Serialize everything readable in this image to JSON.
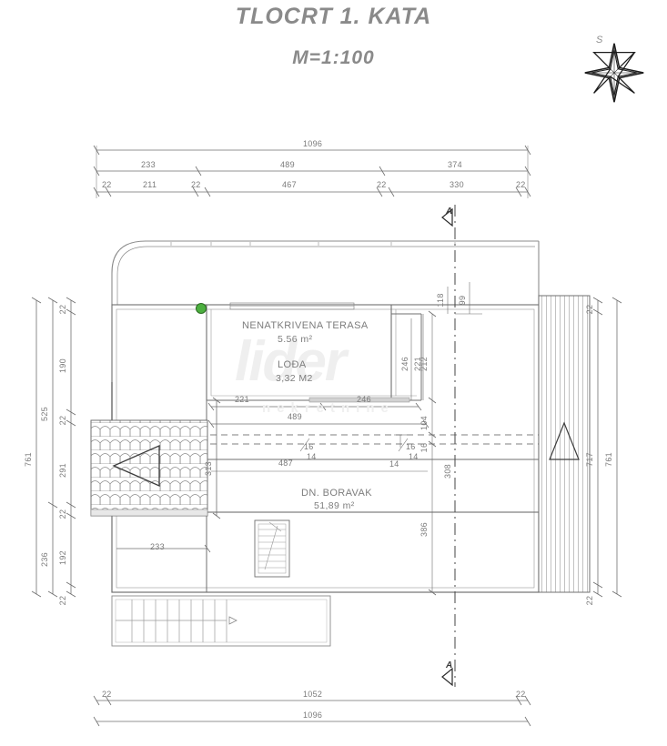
{
  "header": {
    "title": "TLOCRT  1. KATA",
    "scale": "M=1:100",
    "compass_label": "S",
    "compass_icon": "compass-rose-8-point-star"
  },
  "watermark": {
    "primary": "lider",
    "secondary": "nekretnine"
  },
  "rooms": [
    {
      "name": "NENATKRIVENA TERASA",
      "area": "5.56 m²"
    },
    {
      "name": "LOĐA",
      "area": "3,32 M2"
    },
    {
      "name": "DN. BORAVAK",
      "area": "51,89 m²"
    }
  ],
  "section_markers": [
    {
      "label": "A",
      "position": "top"
    },
    {
      "label": "A",
      "position": "bottom"
    }
  ],
  "dimensions": {
    "top_total": "1096",
    "top_mid": [
      "233",
      "489",
      "374"
    ],
    "top_inner": [
      "22",
      "211",
      "22",
      "467",
      "22",
      "330",
      "22"
    ],
    "bottom_inner": [
      "22",
      "1052",
      "22"
    ],
    "bottom_total": "1096",
    "left_outer": "761",
    "left_mid": [
      "525",
      "236"
    ],
    "left_inner": [
      "22",
      "190",
      "22",
      "291",
      "22",
      "192",
      "22"
    ],
    "right_outer": "761",
    "right_inner": [
      "22",
      "717",
      "22"
    ],
    "interior": {
      "terrace_width_a": "221",
      "terrace_width_b": "246",
      "terrace_width_sum": "489",
      "living_width": "487",
      "wall_313": "313",
      "wall_233": "233",
      "vert_118": "118",
      "vert_99": "99",
      "vert_212": "212",
      "vert_104": "104",
      "vert_16": "16",
      "vert_308": "308",
      "vert_386": "386",
      "vert_246": "246",
      "vert_221": "221",
      "openings": [
        {
          "width": "16",
          "depth": "14"
        },
        {
          "width": "16",
          "depth": "14"
        },
        {
          "depth": "14"
        }
      ]
    }
  },
  "annotations": {
    "roof_slope_arrow_left": "slope-direction-triangle-left",
    "roof_slope_arrow_right": "slope-direction-triangle-up",
    "stair_direction_arrow": "stair-direction-arrow",
    "green_marker": "green-point-marker"
  },
  "colors": {
    "line": "#6f6f6f",
    "line_dark": "#3d3d3d",
    "text": "#7a7a7a",
    "watermark": "#efefef",
    "marker_green": "#4caf3f",
    "hatch": "#9a9a9a"
  }
}
